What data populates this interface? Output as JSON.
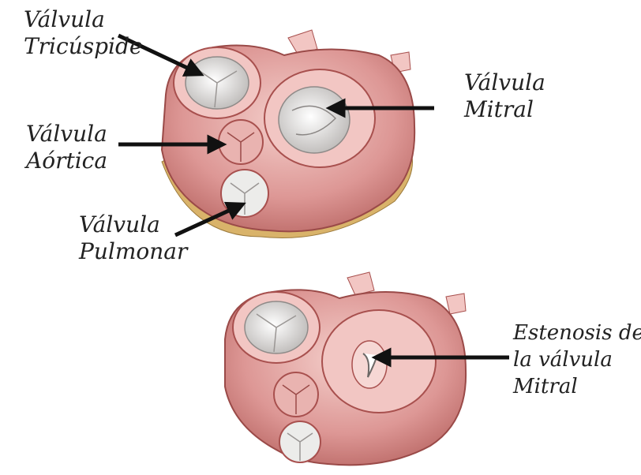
{
  "labels": {
    "tricuspid": [
      "Válvula",
      "Tricúspide"
    ],
    "mitral": [
      "Válvula",
      "Mitral"
    ],
    "aortic": [
      "Válvula",
      "Aórtica"
    ],
    "pulmonary": [
      "Válvula",
      "Pulmonar"
    ],
    "stenosis": [
      "Estenosis de",
      "la válvula",
      "Mitral"
    ]
  },
  "colors": {
    "tissue": "#d98e8c",
    "tissue_light": "#f2c6c3",
    "tissue_dark": "#a8504e",
    "fat": "#d9b36a",
    "valve": "#e8e6e4",
    "arrow": "#111111"
  },
  "icons": {
    "figure": "heart-valves-illustration",
    "arrow": "arrow-pointer-icon"
  }
}
